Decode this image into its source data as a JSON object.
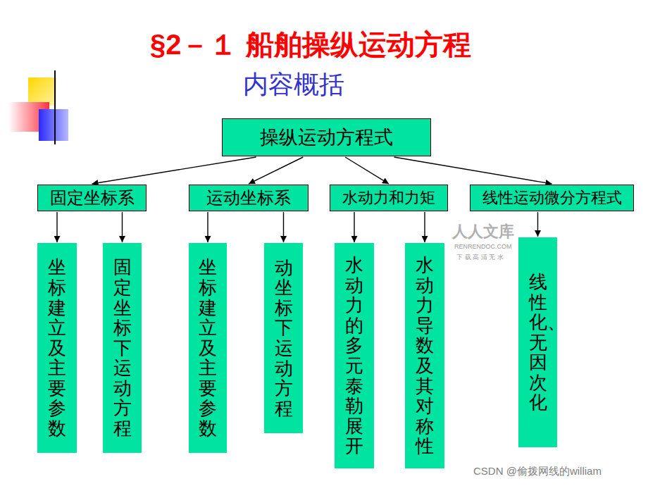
{
  "diagram": {
    "title": "§2－１ 船舶操纵运动方程",
    "nodes": [
      {
        "text": [
          "操纵运动方程式"
        ]
      },
      {
        "text": [
          "固定坐标系"
        ]
      },
      {
        "text": [
          "运动坐标系"
        ]
      },
      {
        "text": [
          "水动力和力矩"
        ]
      },
      {
        "text": [
          "线性运动微分方程式"
        ]
      },
      {
        "text": [
          "坐标建立及主要参数"
        ]
      },
      {
        "text": [
          "固定坐标下运动方程"
        ]
      },
      {
        "text": [
          "坐标建立及主要参数"
        ]
      },
      {
        "text": [
          "动坐标下运动方程"
        ]
      },
      {
        "text": [
          "水动力的多元泰勒展开"
        ]
      },
      {
        "text": [
          "水动力导数及其对称性"
        ]
      },
      {
        "text": [
          "线性化、无因次化"
        ]
      }
    ],
    "edges": [
      {
        "from": 0,
        "to": 1,
        "arrow": "to"
      },
      {
        "from": 0,
        "to": 2,
        "arrow": "to"
      },
      {
        "from": 0,
        "to": 3,
        "arrow": "to"
      },
      {
        "from": 0,
        "to": 4,
        "arrow": "to"
      },
      {
        "from": 1,
        "to": 5,
        "arrow": "to"
      },
      {
        "from": 1,
        "to": 6,
        "arrow": "to"
      },
      {
        "from": 2,
        "to": 7,
        "arrow": "to"
      },
      {
        "from": 2,
        "to": 8,
        "arrow": "to"
      },
      {
        "from": 3,
        "to": 9,
        "arrow": "to"
      },
      {
        "from": 3,
        "to": 10,
        "arrow": "to"
      },
      {
        "from": 4,
        "to": 11,
        "arrow": "to"
      }
    ],
    "labels": [
      "内容概括",
      "人人文库",
      "RENRENDOC.COM",
      "下 载 高 清 无 水",
      "CSDN @偷拨网线的william"
    ]
  }
}
